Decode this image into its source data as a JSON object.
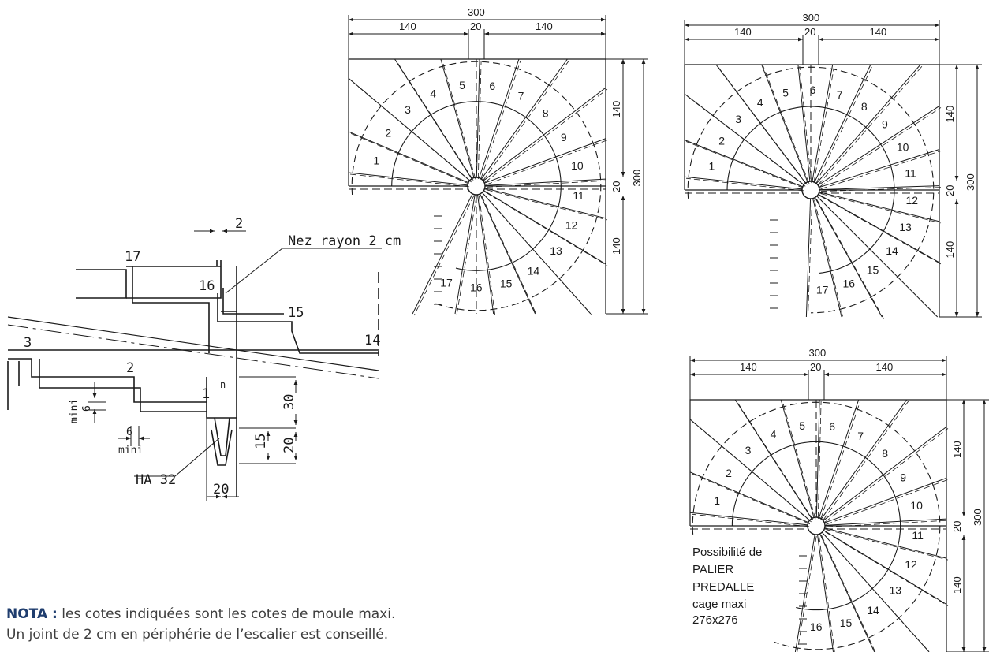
{
  "note": {
    "label": "NOTA :",
    "line1": " les cotes indiquées sont les cotes de moule maxi.",
    "line2": "Un joint de 2 cm en périphérie de l’escalier est conseillé."
  },
  "section": {
    "dim_joint": "2",
    "nose_label": "Nez rayon 2 cm",
    "rebar_label": "HA 32",
    "mini_label": "mini",
    "dim_6": "6",
    "dim_30": "30",
    "dim_20": "20",
    "dim_15": "15",
    "step_numbers": [
      "17",
      "16",
      "15",
      "14",
      "3",
      "2",
      "1",
      "n"
    ]
  },
  "plans": [
    {
      "total": "300",
      "left": "140",
      "gap": "20",
      "right": "140",
      "side_top": "140",
      "side_mid": "20",
      "side_bottom": "140",
      "side_total": "300",
      "steps": [
        "1",
        "2",
        "3",
        "4",
        "5",
        "6",
        "7",
        "8",
        "9",
        "10",
        "11",
        "12",
        "13",
        "14",
        "15",
        "16",
        "17"
      ]
    },
    {
      "total": "300",
      "left": "140",
      "gap": "20",
      "right": "140",
      "side_top": "140",
      "side_mid": "20",
      "side_bottom": "140",
      "side_total": "300",
      "steps": [
        "1",
        "2",
        "3",
        "4",
        "5",
        "6",
        "7",
        "8",
        "9",
        "10",
        "11",
        "12",
        "13",
        "14",
        "15",
        "16",
        "17"
      ]
    },
    {
      "total": "300",
      "left": "140",
      "gap": "20",
      "right": "140",
      "side_top": "140",
      "side_mid": "20",
      "side_bottom": "140",
      "side_total": "300",
      "steps": [
        "1",
        "2",
        "3",
        "4",
        "5",
        "6",
        "7",
        "8",
        "9",
        "10",
        "11",
        "12",
        "13",
        "14",
        "15",
        "16"
      ],
      "landing_lines": [
        "Possibilité de",
        "PALIER",
        "PREDALLE",
        "cage maxi",
        "276x276"
      ]
    }
  ]
}
